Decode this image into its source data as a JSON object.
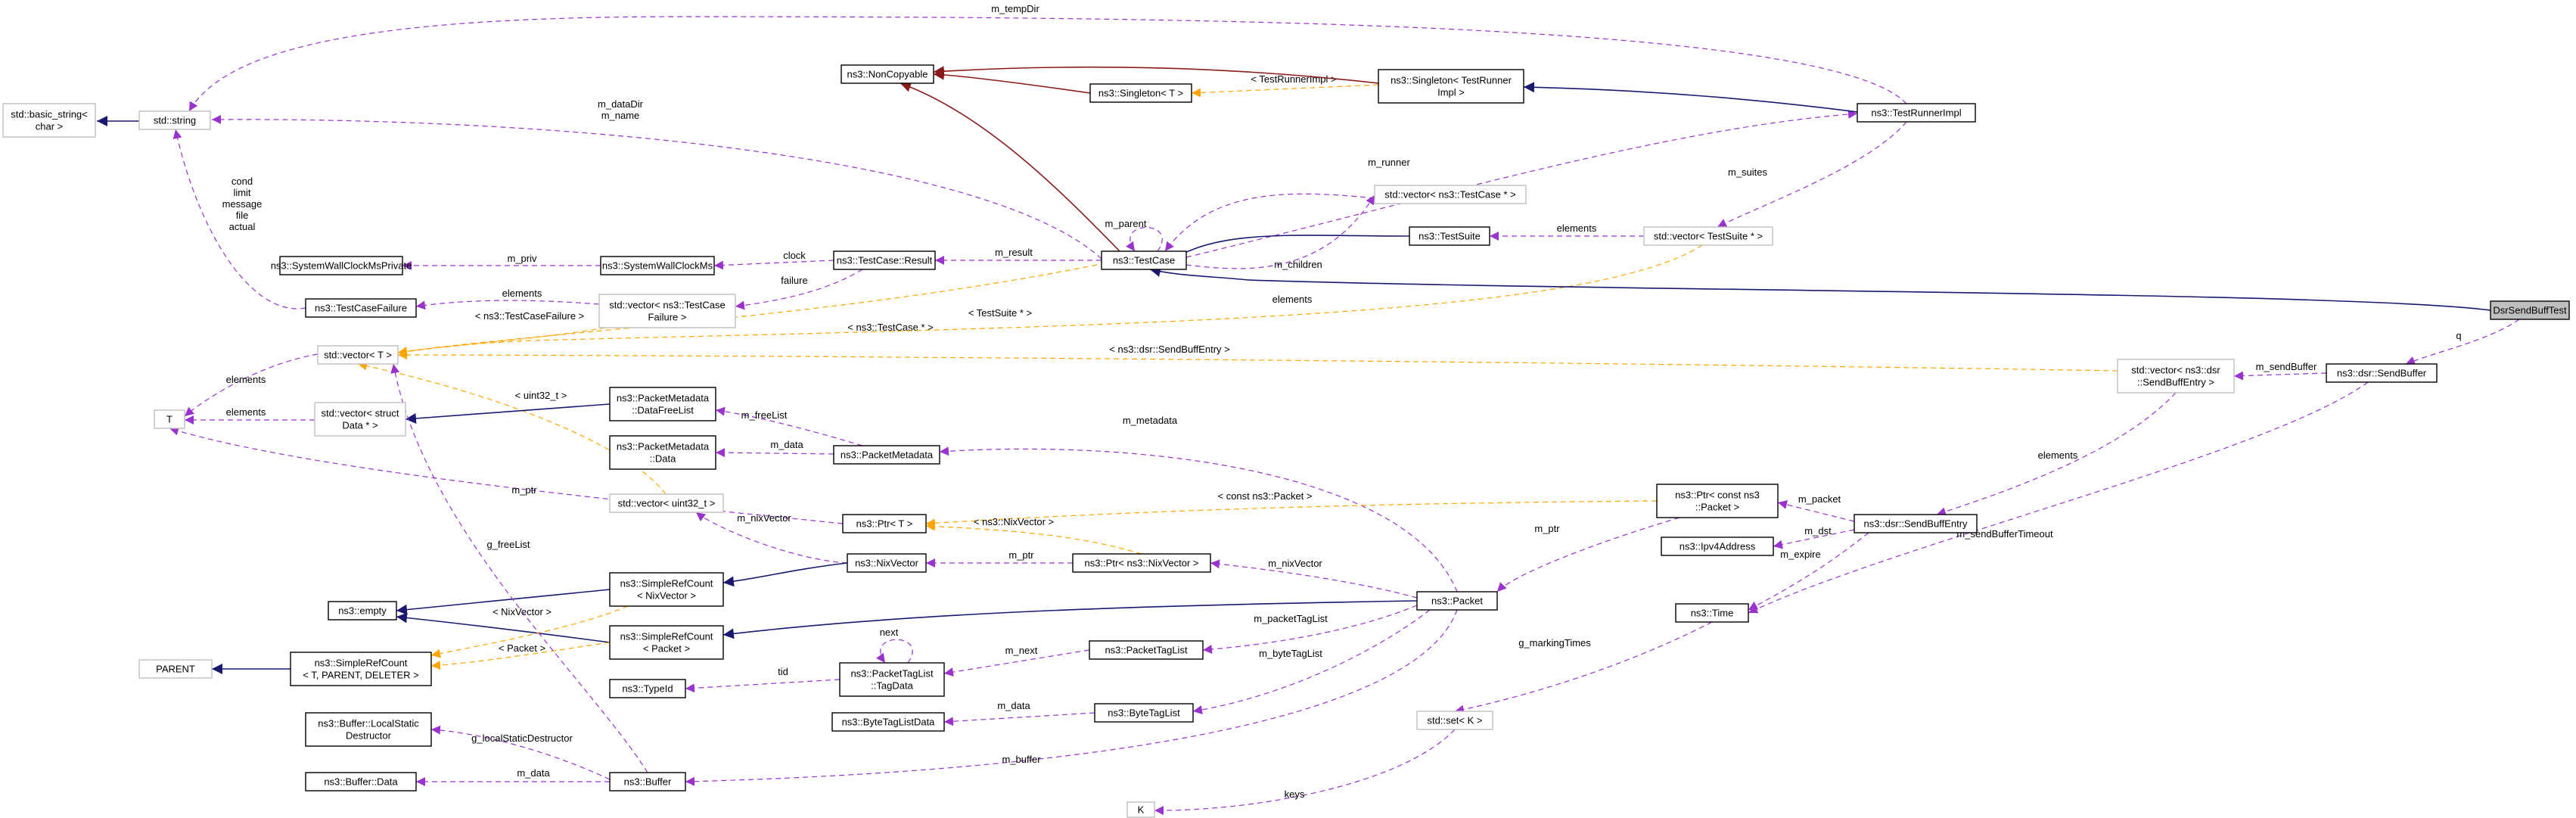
{
  "nodes": [
    {
      "id": "DsrSendBuffTest",
      "lines": [
        "DsrSendBuffTest"
      ],
      "style": "highlight"
    },
    {
      "id": "TestCase",
      "lines": [
        "ns3::TestCase"
      ],
      "style": "normal"
    },
    {
      "id": "TestCaseResult",
      "lines": [
        "ns3::TestCase::Result"
      ],
      "style": "normal"
    },
    {
      "id": "SysClock",
      "lines": [
        "ns3::SystemWallClockMs"
      ],
      "style": "normal"
    },
    {
      "id": "SysClockPriv",
      "lines": [
        "ns3::SystemWallClockMsPrivate"
      ],
      "style": "normal"
    },
    {
      "id": "TestCaseFailure",
      "lines": [
        "ns3::TestCaseFailure"
      ],
      "style": "normal"
    },
    {
      "id": "stdstring",
      "lines": [
        "std::string"
      ],
      "style": "gray"
    },
    {
      "id": "basicstring",
      "lines": [
        "std::basic_string<",
        "char >"
      ],
      "style": "gray"
    },
    {
      "id": "vecFailure",
      "lines": [
        "std::vector< ns3::TestCase",
        "Failure >"
      ],
      "style": "gray"
    },
    {
      "id": "vecT",
      "lines": [
        "std::vector< T >"
      ],
      "style": "gray"
    },
    {
      "id": "T",
      "lines": [
        "T"
      ],
      "style": "gray"
    },
    {
      "id": "vecData",
      "lines": [
        "std::vector< struct",
        "Data * >"
      ],
      "style": "gray"
    },
    {
      "id": "NonCopyable",
      "lines": [
        "ns3::NonCopyable"
      ],
      "style": "normal"
    },
    {
      "id": "SingletonT",
      "lines": [
        "ns3::Singleton< T >"
      ],
      "style": "normal"
    },
    {
      "id": "SingletonTRI",
      "lines": [
        "ns3::Singleton< TestRunner",
        "Impl >"
      ],
      "style": "normal"
    },
    {
      "id": "TestRunnerImpl",
      "lines": [
        "ns3::TestRunnerImpl"
      ],
      "style": "normal"
    },
    {
      "id": "vecTestCase",
      "lines": [
        "std::vector< ns3::TestCase * >"
      ],
      "style": "gray"
    },
    {
      "id": "TestSuite",
      "lines": [
        "ns3::TestSuite"
      ],
      "style": "normal"
    },
    {
      "id": "vecTestSuite",
      "lines": [
        "std::vector< TestSuite * >"
      ],
      "style": "gray"
    },
    {
      "id": "vecSendBuffEntry",
      "lines": [
        "std::vector< ns3::dsr",
        "::SendBuffEntry >"
      ],
      "style": "gray"
    },
    {
      "id": "SendBuffer",
      "lines": [
        "ns3::dsr::SendBuffer"
      ],
      "style": "normal"
    },
    {
      "id": "PMDataFreeList",
      "lines": [
        "ns3::PacketMetadata",
        "::DataFreeList"
      ],
      "style": "normal"
    },
    {
      "id": "PMData",
      "lines": [
        "ns3::PacketMetadata",
        "::Data"
      ],
      "style": "normal"
    },
    {
      "id": "PacketMetadata",
      "lines": [
        "ns3::PacketMetadata"
      ],
      "style": "normal"
    },
    {
      "id": "vecUint32",
      "lines": [
        "std::vector< uint32_t >"
      ],
      "style": "gray"
    },
    {
      "id": "PtrT",
      "lines": [
        "ns3::Ptr< T >"
      ],
      "style": "normal"
    },
    {
      "id": "PtrConstPacket",
      "lines": [
        "ns3::Ptr< const ns3",
        "::Packet >"
      ],
      "style": "normal"
    },
    {
      "id": "Ipv4Address",
      "lines": [
        "ns3::Ipv4Address"
      ],
      "style": "normal"
    },
    {
      "id": "SendBuffEntry",
      "lines": [
        "ns3::dsr::SendBuffEntry"
      ],
      "style": "normal"
    },
    {
      "id": "NixVector",
      "lines": [
        "ns3::NixVector"
      ],
      "style": "normal"
    },
    {
      "id": "PtrNixVector",
      "lines": [
        "ns3::Ptr< ns3::NixVector >"
      ],
      "style": "normal"
    },
    {
      "id": "SRCNix",
      "lines": [
        "ns3::SimpleRefCount",
        "< NixVector >"
      ],
      "style": "normal"
    },
    {
      "id": "empty",
      "lines": [
        "ns3::empty"
      ],
      "style": "normal"
    },
    {
      "id": "SRCPacket",
      "lines": [
        "ns3::SimpleRefCount",
        "< Packet >"
      ],
      "style": "normal"
    },
    {
      "id": "SRCT",
      "lines": [
        "ns3::SimpleRefCount",
        "< T, PARENT, DELETER >"
      ],
      "style": "normal"
    },
    {
      "id": "PARENT",
      "lines": [
        "PARENT"
      ],
      "style": "gray"
    },
    {
      "id": "Packet",
      "lines": [
        "ns3::Packet"
      ],
      "style": "normal"
    },
    {
      "id": "Time",
      "lines": [
        "ns3::Time"
      ],
      "style": "normal"
    },
    {
      "id": "PacketTagList",
      "lines": [
        "ns3::PacketTagList"
      ],
      "style": "normal"
    },
    {
      "id": "TagData",
      "lines": [
        "ns3::PacketTagList",
        "::TagData"
      ],
      "style": "normal"
    },
    {
      "id": "TypeId",
      "lines": [
        "ns3::TypeId"
      ],
      "style": "normal"
    },
    {
      "id": "ByteTagList",
      "lines": [
        "ns3::ByteTagList"
      ],
      "style": "normal"
    },
    {
      "id": "ByteTagListData",
      "lines": [
        "ns3::ByteTagListData"
      ],
      "style": "normal"
    },
    {
      "id": "setK",
      "lines": [
        "std::set< K >"
      ],
      "style": "gray"
    },
    {
      "id": "K",
      "lines": [
        "K"
      ],
      "style": "gray"
    },
    {
      "id": "BufLSD",
      "lines": [
        "ns3::Buffer::LocalStatic",
        "Destructor"
      ],
      "style": "normal"
    },
    {
      "id": "BufData",
      "lines": [
        "ns3::Buffer::Data"
      ],
      "style": "normal"
    },
    {
      "id": "Buffer",
      "lines": [
        "ns3::Buffer"
      ],
      "style": "normal"
    }
  ],
  "edges": [
    {
      "id": "e-tempdir",
      "kind": "use",
      "labels": [
        "m_tempDir"
      ]
    },
    {
      "id": "e-datadir",
      "kind": "use",
      "labels": [
        "m_dataDir",
        "m_name"
      ]
    },
    {
      "id": "e-failure-str",
      "kind": "use",
      "labels": [
        "cond",
        "limit",
        "message",
        "file",
        "actual"
      ]
    },
    {
      "id": "e-basicstring",
      "kind": "inherit",
      "labels": []
    },
    {
      "id": "e-runner",
      "kind": "use",
      "labels": [
        "m_runner"
      ]
    },
    {
      "id": "e-suites",
      "kind": "use",
      "labels": [
        "m_suites"
      ]
    },
    {
      "id": "e-singleton-tpl",
      "kind": "template",
      "labels": [
        "< TestRunnerImpl >"
      ]
    },
    {
      "id": "e-nc-singleton",
      "kind": "noncopy",
      "labels": []
    },
    {
      "id": "e-nc-singletontri",
      "kind": "noncopy",
      "labels": []
    },
    {
      "id": "e-nc-testcase",
      "kind": "noncopy",
      "labels": []
    },
    {
      "id": "e-tri-singleton",
      "kind": "inherit",
      "labels": []
    },
    {
      "id": "e-parent",
      "kind": "use",
      "labels": [
        "m_parent"
      ]
    },
    {
      "id": "e-children",
      "kind": "use",
      "labels": [
        "m_children"
      ]
    },
    {
      "id": "e-vectc-elems",
      "kind": "use",
      "labels": [
        "elements"
      ]
    },
    {
      "id": "e-result",
      "kind": "use",
      "labels": [
        "m_result"
      ]
    },
    {
      "id": "e-clock",
      "kind": "use",
      "labels": [
        "clock"
      ]
    },
    {
      "id": "e-priv",
      "kind": "use",
      "labels": [
        "m_priv"
      ]
    },
    {
      "id": "e-failure",
      "kind": "use",
      "labels": [
        "failure"
      ]
    },
    {
      "id": "e-failure-elems",
      "kind": "use",
      "labels": [
        "elements"
      ]
    },
    {
      "id": "e-tpl-failure",
      "kind": "template",
      "labels": [
        "< ns3::TestCaseFailure >"
      ]
    },
    {
      "id": "e-tpl-testcase",
      "kind": "template",
      "labels": [
        "< ns3::TestCase * >"
      ]
    },
    {
      "id": "e-suite-inh",
      "kind": "inherit",
      "labels": []
    },
    {
      "id": "e-suite-elems",
      "kind": "use",
      "labels": [
        "elements"
      ]
    },
    {
      "id": "e-tpl-testsuite",
      "kind": "template",
      "labels": [
        "< TestSuite * >"
      ]
    },
    {
      "id": "e-dsr-inh",
      "kind": "inherit",
      "labels": []
    },
    {
      "id": "e-q",
      "kind": "use",
      "labels": [
        "q"
      ]
    },
    {
      "id": "e-sendbuffer",
      "kind": "use",
      "labels": [
        "m_sendBuffer"
      ]
    },
    {
      "id": "e-tpl-sbe",
      "kind": "template",
      "labels": [
        "< ns3::dsr::SendBuffEntry >"
      ]
    },
    {
      "id": "e-sbe-elems",
      "kind": "use",
      "labels": [
        "elements"
      ]
    },
    {
      "id": "e-sbtimeout",
      "kind": "use",
      "labels": [
        "m_sendBufferTimeout"
      ]
    },
    {
      "id": "e-packet",
      "kind": "use",
      "labels": [
        "m_packet"
      ]
    },
    {
      "id": "e-dst",
      "kind": "use",
      "labels": [
        "m_dst"
      ]
    },
    {
      "id": "e-expire",
      "kind": "use",
      "labels": [
        "m_expire"
      ]
    },
    {
      "id": "e-vect-elems",
      "kind": "use",
      "labels": [
        "elements"
      ]
    },
    {
      "id": "e-vecdata-elems",
      "kind": "use",
      "labels": [
        "elements"
      ]
    },
    {
      "id": "e-ptr-T",
      "kind": "use",
      "labels": [
        "m_ptr"
      ]
    },
    {
      "id": "e-tpl-uint32",
      "kind": "template",
      "labels": [
        "< uint32_t >"
      ]
    },
    {
      "id": "e-freelist-inh",
      "kind": "inherit",
      "labels": []
    },
    {
      "id": "e-freelist",
      "kind": "use",
      "labels": [
        "m_freeList"
      ]
    },
    {
      "id": "e-pmdata",
      "kind": "use",
      "labels": [
        "m_data"
      ]
    },
    {
      "id": "e-metadata",
      "kind": "use",
      "labels": [
        "m_metadata"
      ]
    },
    {
      "id": "e-tpl-constpacket",
      "kind": "template",
      "labels": [
        "< const ns3::Packet >"
      ]
    },
    {
      "id": "e-tpl-nixvector",
      "kind": "template",
      "labels": [
        "< ns3::NixVector >"
      ]
    },
    {
      "id": "e-nixvector",
      "kind": "use",
      "labels": [
        "m_nixVector"
      ]
    },
    {
      "id": "e-ptrnix",
      "kind": "use",
      "labels": [
        "m_ptr"
      ]
    },
    {
      "id": "e-pkt-nix",
      "kind": "use",
      "labels": [
        "m_nixVector"
      ]
    },
    {
      "id": "e-ptrpkt",
      "kind": "use",
      "labels": [
        "m_ptr"
      ]
    },
    {
      "id": "e-nix-src",
      "kind": "inherit",
      "labels": []
    },
    {
      "id": "e-srcnix-empty",
      "kind": "inherit",
      "labels": []
    },
    {
      "id": "e-srcpkt-empty",
      "kind": "inherit",
      "labels": []
    },
    {
      "id": "e-pkt-src",
      "kind": "inherit",
      "labels": []
    },
    {
      "id": "e-tpl-srcnix",
      "kind": "template",
      "labels": [
        "< NixVector >"
      ]
    },
    {
      "id": "e-tpl-srcpkt",
      "kind": "template",
      "labels": [
        "< Packet >"
      ]
    },
    {
      "id": "e-parent-inh",
      "kind": "inherit",
      "labels": []
    },
    {
      "id": "e-gfreelist",
      "kind": "use",
      "labels": [
        "g_freeList"
      ]
    },
    {
      "id": "e-tagdata-next",
      "kind": "use",
      "labels": [
        "next"
      ]
    },
    {
      "id": "e-tid",
      "kind": "use",
      "labels": [
        "tid"
      ]
    },
    {
      "id": "e-mnext",
      "kind": "use",
      "labels": [
        "m_next"
      ]
    },
    {
      "id": "e-tagList",
      "kind": "use",
      "labels": [
        "m_packetTagList"
      ]
    },
    {
      "id": "e-byteTagList",
      "kind": "use",
      "labels": [
        "m_byteTagList"
      ]
    },
    {
      "id": "e-btldata",
      "kind": "use",
      "labels": [
        "m_data"
      ]
    },
    {
      "id": "e-mbuffer",
      "kind": "use",
      "labels": [
        "m_buffer"
      ]
    },
    {
      "id": "e-glsd",
      "kind": "use",
      "labels": [
        "g_localStaticDestructor"
      ]
    },
    {
      "id": "e-bufdata",
      "kind": "use",
      "labels": [
        "m_data"
      ]
    },
    {
      "id": "e-markingtimes",
      "kind": "use",
      "labels": [
        "g_markingTimes"
      ]
    },
    {
      "id": "e-keys",
      "kind": "use",
      "labels": [
        "keys"
      ]
    }
  ],
  "colors": {
    "inheritance": "#191970",
    "noncopyable": "#8b1a1a",
    "usage": "#9a32cd",
    "template": "#ffa500",
    "highlight_fill": "#bfbfbf",
    "gray_border": "#bfbfbf"
  }
}
